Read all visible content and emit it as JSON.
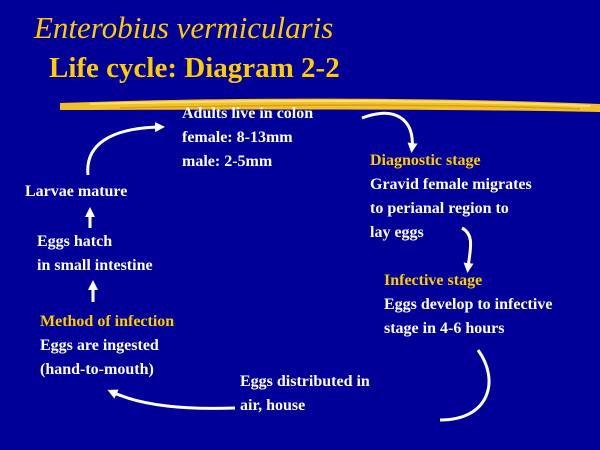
{
  "title": "Enterobius vermicularis",
  "subtitle": "Life cycle: Diagram 2-2",
  "adults": [
    "Adults live in colon",
    "female: 8-13mm",
    "male: 2-5mm"
  ],
  "diagnostic": {
    "label": "Diagnostic stage",
    "lines": [
      "Gravid female migrates",
      "to perianal region to",
      "lay eggs"
    ]
  },
  "infective": {
    "label": "Infective stage",
    "lines": [
      "Eggs develop to infective",
      "stage in 4-6 hours"
    ]
  },
  "distributed": [
    "Eggs distributed in",
    "air, house"
  ],
  "method": {
    "label": "Method of infection",
    "lines": [
      "Eggs are ingested",
      "(hand-to-mouth)"
    ]
  },
  "hatch": [
    "Eggs hatch",
    "in small intestine"
  ],
  "larvae": "Larvae mature",
  "colors": {
    "background": "#000099",
    "accent": "#ffcc00",
    "text": "#ffffff"
  }
}
